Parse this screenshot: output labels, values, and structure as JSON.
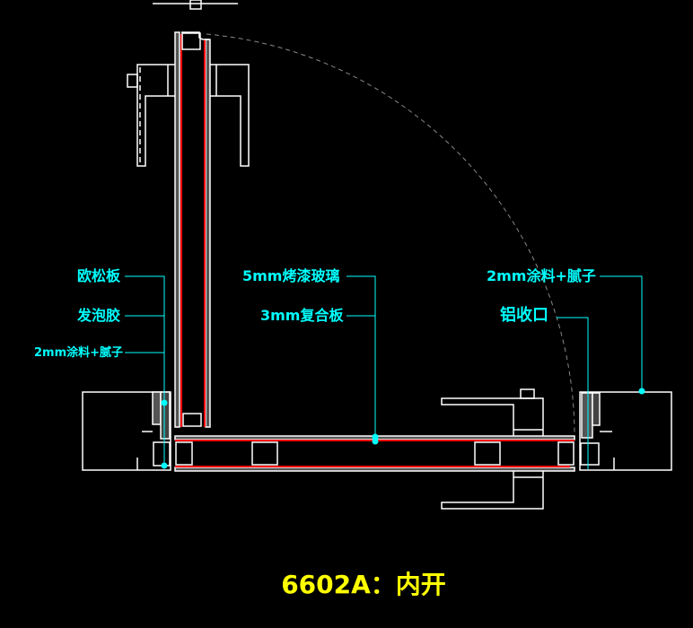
{
  "title": "6602A：内开",
  "labels": {
    "left": [
      "欧松板",
      "发泡胶",
      "2mm涂料+腻子"
    ],
    "center": [
      "5mm烤漆玻璃",
      "3mm复合板"
    ],
    "right": [
      "2mm涂料+腻子",
      "铝收口"
    ]
  },
  "colors": {
    "annotation": "#00ffff",
    "title": "#ffff00",
    "line": "#ffffff",
    "seal": "#ff0000",
    "arc": "#888888"
  }
}
